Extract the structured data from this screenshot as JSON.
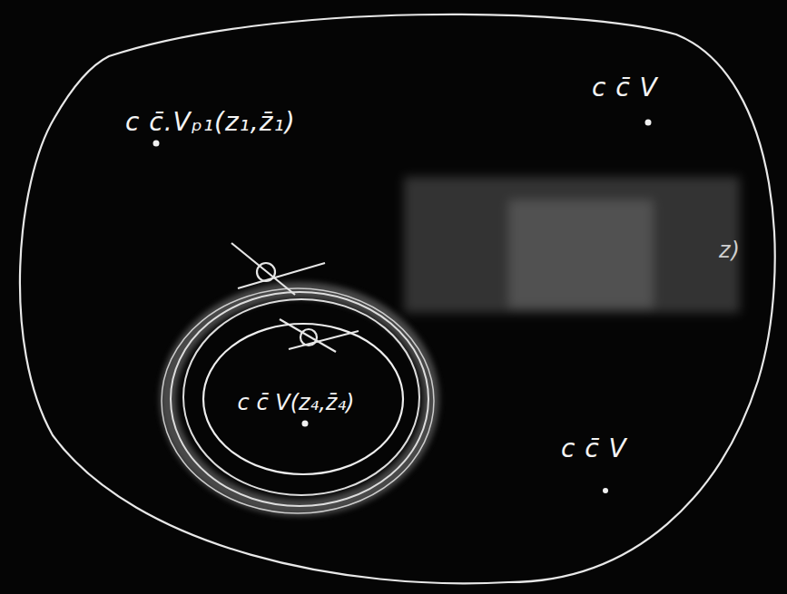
{
  "diagram": {
    "nodes": [
      {
        "text": [
          "c c̄ V(z₄,z̄₄)"
        ]
      }
    ],
    "labels": [
      "c c̄.Vₚ₁(z₁,z̄₁)",
      "c c̄ V",
      "c c̄ V",
      "z)"
    ]
  }
}
